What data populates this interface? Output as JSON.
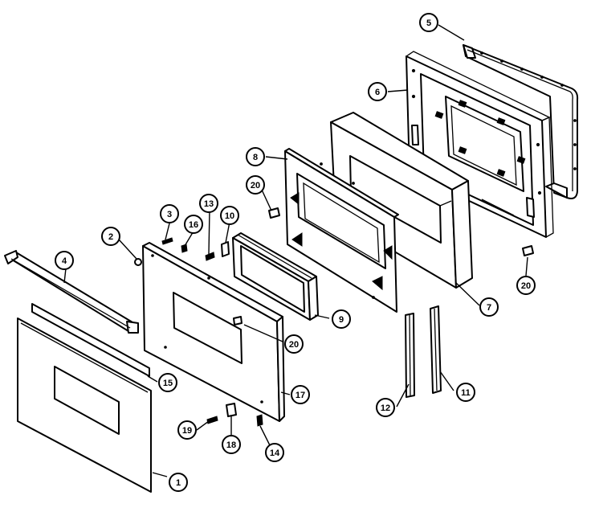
{
  "callouts": [
    {
      "id": "c1",
      "label": "1"
    },
    {
      "id": "c2",
      "label": "2"
    },
    {
      "id": "c3",
      "label": "3"
    },
    {
      "id": "c4",
      "label": "4"
    },
    {
      "id": "c5",
      "label": "5"
    },
    {
      "id": "c6",
      "label": "6"
    },
    {
      "id": "c7",
      "label": "7"
    },
    {
      "id": "c8",
      "label": "8"
    },
    {
      "id": "c9",
      "label": "9"
    },
    {
      "id": "c10",
      "label": "10"
    },
    {
      "id": "c11",
      "label": "11"
    },
    {
      "id": "c12",
      "label": "12"
    },
    {
      "id": "c13",
      "label": "13"
    },
    {
      "id": "c14",
      "label": "14"
    },
    {
      "id": "c15",
      "label": "15"
    },
    {
      "id": "c16",
      "label": "16"
    },
    {
      "id": "c17",
      "label": "17"
    },
    {
      "id": "c18",
      "label": "18"
    },
    {
      "id": "c19",
      "label": "19"
    },
    {
      "id": "c20a",
      "label": "20"
    },
    {
      "id": "c20b",
      "label": "20"
    },
    {
      "id": "c20c",
      "label": "20"
    }
  ]
}
